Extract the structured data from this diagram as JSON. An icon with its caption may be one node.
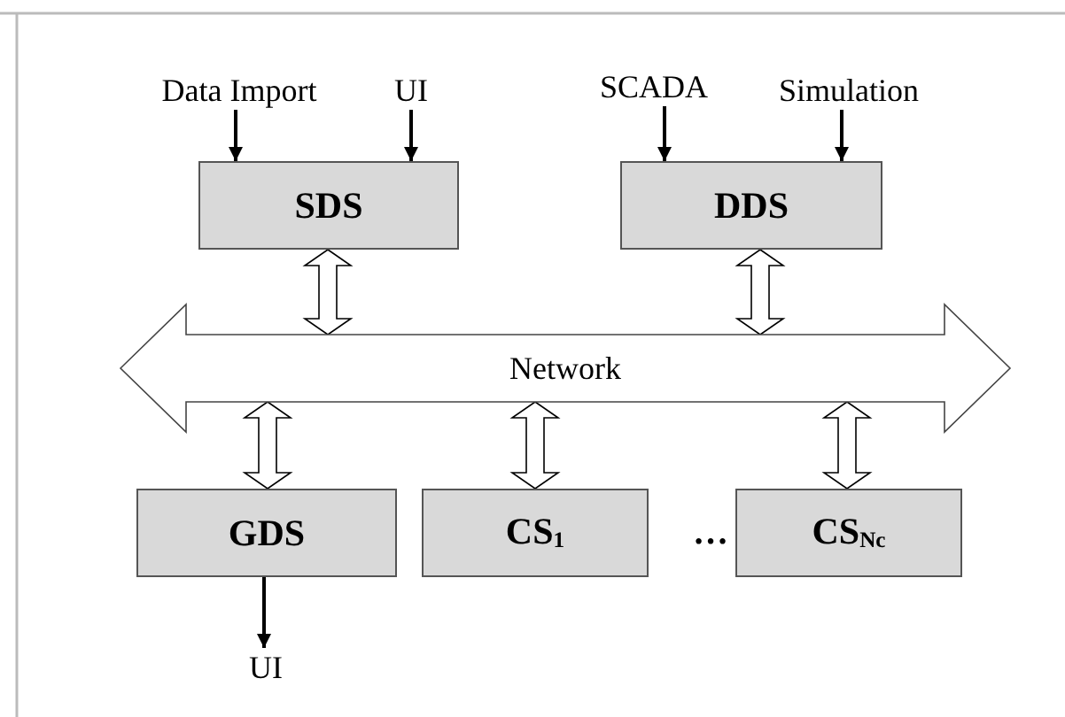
{
  "diagram": {
    "nodes": [
      {
        "text": [
          "Data Import"
        ]
      },
      {
        "text": [
          "UI"
        ]
      },
      {
        "text": [
          "SCADA"
        ]
      },
      {
        "text": [
          "Simulation"
        ]
      },
      {
        "text": [
          "SDS"
        ]
      },
      {
        "text": [
          "DDS"
        ]
      },
      {
        "text": [
          "Network"
        ]
      },
      {
        "text": [
          "GDS"
        ]
      },
      {
        "text": [
          "CS$_{1}$"
        ]
      },
      {
        "text": [
          "CS$_{Nc}$"
        ]
      },
      {
        "text": [
          "UI"
        ]
      }
    ],
    "edges": [
      {
        "from": 0,
        "to": 4,
        "arrow": "to"
      },
      {
        "from": 1,
        "to": 4,
        "arrow": "to"
      },
      {
        "from": 2,
        "to": 5,
        "arrow": "to"
      },
      {
        "from": 3,
        "to": 5,
        "arrow": "to"
      },
      {
        "from": 4,
        "to": 6,
        "arrow": "both",
        "style": "thick"
      },
      {
        "from": 5,
        "to": 6,
        "arrow": "both",
        "style": "thick"
      },
      {
        "from": 6,
        "to": 7,
        "arrow": "both",
        "style": "thick"
      },
      {
        "from": 6,
        "to": 8,
        "arrow": "both",
        "style": "thick"
      },
      {
        "from": 6,
        "to": 9,
        "arrow": "both",
        "style": "thick"
      },
      {
        "from": 7,
        "to": 10,
        "arrow": "to"
      }
    ],
    "labels": [
      "…"
    ]
  }
}
